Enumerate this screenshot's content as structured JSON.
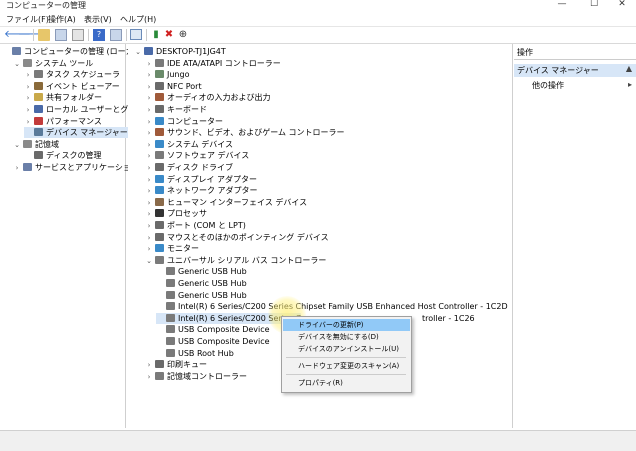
{
  "window": {
    "title": "コンピューターの管理"
  },
  "menu": [
    "ファイル(F)",
    "操作(A)",
    "表示(V)",
    "ヘルプ(H)"
  ],
  "left_tree": [
    {
      "label": "コンピューターの管理 (ローカル)",
      "indent": 0,
      "arrow": "",
      "color": "#6a7fa8"
    },
    {
      "label": "システム ツール",
      "indent": 1,
      "arrow": "v",
      "color": "#8a8a8a"
    },
    {
      "label": "タスク スケジューラ",
      "indent": 2,
      "arrow": ">",
      "color": "#7a7a7a"
    },
    {
      "label": "イベント ビューアー",
      "indent": 2,
      "arrow": ">",
      "color": "#8a6a3a"
    },
    {
      "label": "共有フォルダー",
      "indent": 2,
      "arrow": ">",
      "color": "#c9a94a"
    },
    {
      "label": "ローカル ユーザーとグループ",
      "indent": 2,
      "arrow": ">",
      "color": "#4a6aa8"
    },
    {
      "label": "パフォーマンス",
      "indent": 2,
      "arrow": ">",
      "color": "#c23b3b"
    },
    {
      "label": "デバイス マネージャー",
      "indent": 2,
      "arrow": "",
      "color": "#5a7a9a",
      "selected": true
    },
    {
      "label": "記憶域",
      "indent": 1,
      "arrow": "v",
      "color": "#8a8a8a"
    },
    {
      "label": "ディスクの管理",
      "indent": 2,
      "arrow": "",
      "color": "#6a6a6a"
    },
    {
      "label": "サービスとアプリケーション",
      "indent": 1,
      "arrow": ">",
      "color": "#6a7fa8"
    }
  ],
  "device_tree": [
    {
      "label": "DESKTOP-TJ1JG4T",
      "indent": 0,
      "arrow": "v",
      "color": "#4a6aa8"
    },
    {
      "label": "IDE ATA/ATAPI コントローラー",
      "indent": 1,
      "arrow": ">",
      "color": "#7a7a7a"
    },
    {
      "label": "Jungo",
      "indent": 1,
      "arrow": ">",
      "color": "#6a8a6a"
    },
    {
      "label": "NFC Port",
      "indent": 1,
      "arrow": ">",
      "color": "#6a6a6a"
    },
    {
      "label": "オーディオの入力および出力",
      "indent": 1,
      "arrow": ">",
      "color": "#a05a3a"
    },
    {
      "label": "キーボード",
      "indent": 1,
      "arrow": ">",
      "color": "#6a6a6a"
    },
    {
      "label": "コンピューター",
      "indent": 1,
      "arrow": ">",
      "color": "#3a8ac8"
    },
    {
      "label": "サウンド、ビデオ、およびゲーム コントローラー",
      "indent": 1,
      "arrow": ">",
      "color": "#a05a3a"
    },
    {
      "label": "システム デバイス",
      "indent": 1,
      "arrow": ">",
      "color": "#3a8ac8"
    },
    {
      "label": "ソフトウェア デバイス",
      "indent": 1,
      "arrow": ">",
      "color": "#7a7a7a"
    },
    {
      "label": "ディスク ドライブ",
      "indent": 1,
      "arrow": ">",
      "color": "#6a6a6a"
    },
    {
      "label": "ディスプレイ アダプター",
      "indent": 1,
      "arrow": ">",
      "color": "#3a8ac8"
    },
    {
      "label": "ネットワーク アダプター",
      "indent": 1,
      "arrow": ">",
      "color": "#3a8ac8"
    },
    {
      "label": "ヒューマン インターフェイス デバイス",
      "indent": 1,
      "arrow": ">",
      "color": "#8a6a4a"
    },
    {
      "label": "プロセッサ",
      "indent": 1,
      "arrow": ">",
      "color": "#333333"
    },
    {
      "label": "ポート (COM と LPT)",
      "indent": 1,
      "arrow": ">",
      "color": "#6a6a6a"
    },
    {
      "label": "マウスとそのほかのポインティング デバイス",
      "indent": 1,
      "arrow": ">",
      "color": "#6a6a6a"
    },
    {
      "label": "モニター",
      "indent": 1,
      "arrow": ">",
      "color": "#3a8ac8"
    },
    {
      "label": "ユニバーサル シリアル バス コントローラー",
      "indent": 1,
      "arrow": "v",
      "color": "#7a7a7a"
    },
    {
      "label": "Generic USB Hub",
      "indent": 2,
      "arrow": "",
      "color": "#7a7a7a"
    },
    {
      "label": "Generic USB Hub",
      "indent": 2,
      "arrow": "",
      "color": "#7a7a7a"
    },
    {
      "label": "Generic USB Hub",
      "indent": 2,
      "arrow": "",
      "color": "#7a7a7a"
    },
    {
      "label": "Intel(R) 6 Series/C200 Series Chipset Family USB Enhanced Host Controller - 1C2D",
      "indent": 2,
      "arrow": "",
      "color": "#7a7a7a"
    },
    {
      "label": "Intel(R) 6 Series/C200 Series C",
      "suffix": "troller - 1C26",
      "indent": 2,
      "arrow": "",
      "color": "#7a7a7a",
      "selected": true
    },
    {
      "label": "USB Composite Device",
      "indent": 2,
      "arrow": "",
      "color": "#7a7a7a"
    },
    {
      "label": "USB Composite Device",
      "indent": 2,
      "arrow": "",
      "color": "#7a7a7a"
    },
    {
      "label": "USB Root Hub",
      "indent": 2,
      "arrow": "",
      "color": "#7a7a7a"
    },
    {
      "label": "印刷キュー",
      "indent": 1,
      "arrow": ">",
      "color": "#6a6a6a"
    },
    {
      "label": "記憶域コントローラー",
      "indent": 1,
      "arrow": ">",
      "color": "#7a7a7a"
    }
  ],
  "actions": {
    "header": "操作",
    "section": "デバイス マネージャー",
    "more": "他の操作"
  },
  "context_menu": [
    {
      "label": "ドライバーの更新(P)",
      "highlighted": true
    },
    {
      "label": "デバイスを無効にする(D)"
    },
    {
      "label": "デバイスのアンインストール(U)"
    },
    {
      "sep": true
    },
    {
      "label": "ハードウェア変更のスキャン(A)"
    },
    {
      "sep": true
    },
    {
      "label": "プロパティ(R)"
    }
  ],
  "colors": {
    "selection": "#d7e6f7",
    "menu_highlight": "#91c9f7"
  }
}
